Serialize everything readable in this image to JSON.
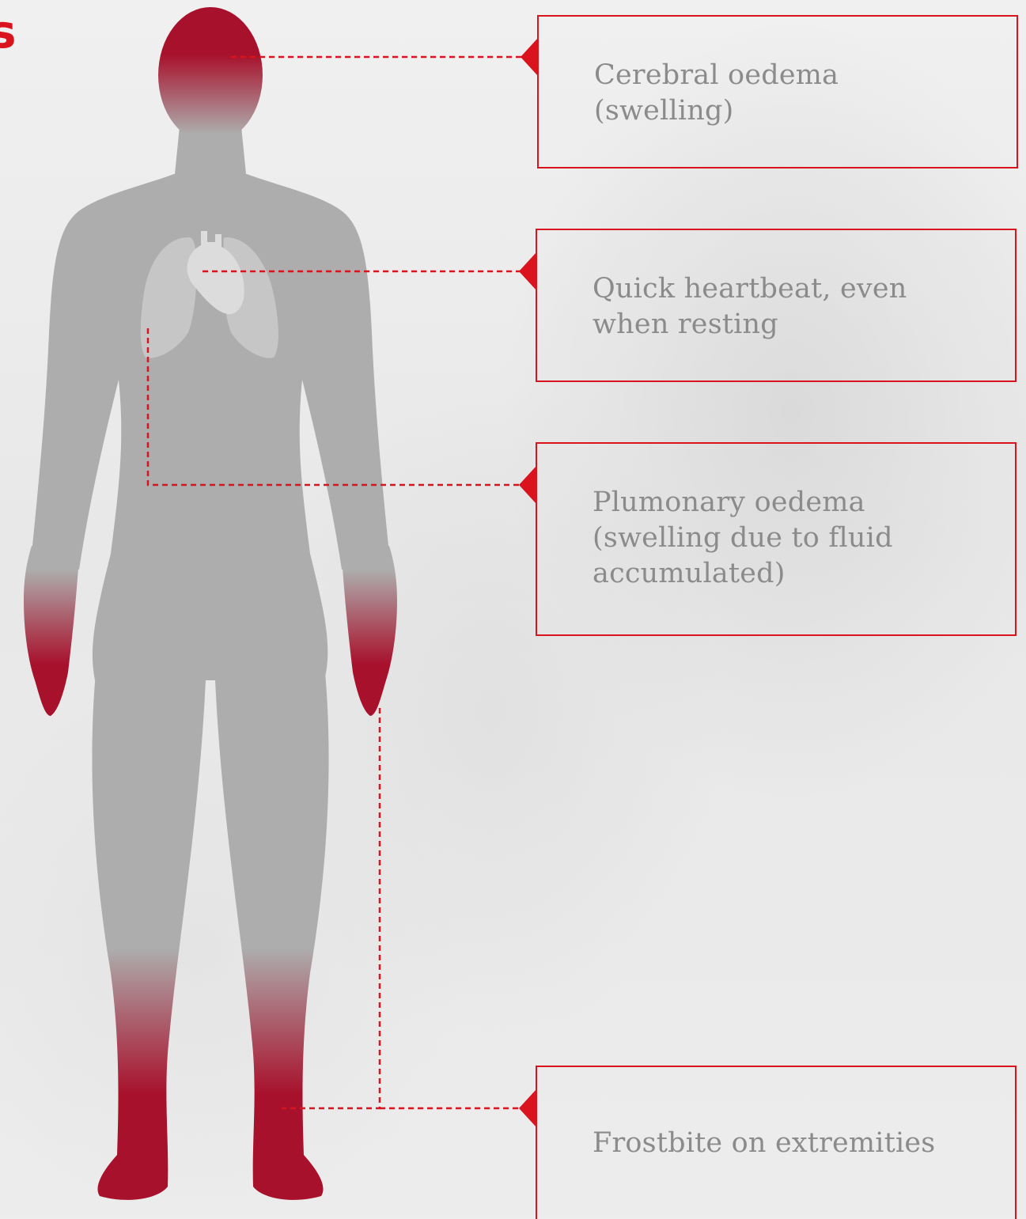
{
  "colors": {
    "accent": "#d9141f",
    "silhouette": "#adadad",
    "affected": "#a8112c",
    "organ": "#d0d0d0",
    "label_text": "#8b8b8b"
  },
  "edge_glyph": "s",
  "callouts": [
    {
      "id": "brain",
      "text": "Cerebral oedema\n(swelling)"
    },
    {
      "id": "heart",
      "text": "Quick heartbeat, even\nwhen resting"
    },
    {
      "id": "lungs",
      "text": "Plumonary oedema\n(swelling due to fluid\naccumulated)"
    },
    {
      "id": "extremities",
      "text": "Frostbite on extremities"
    }
  ]
}
